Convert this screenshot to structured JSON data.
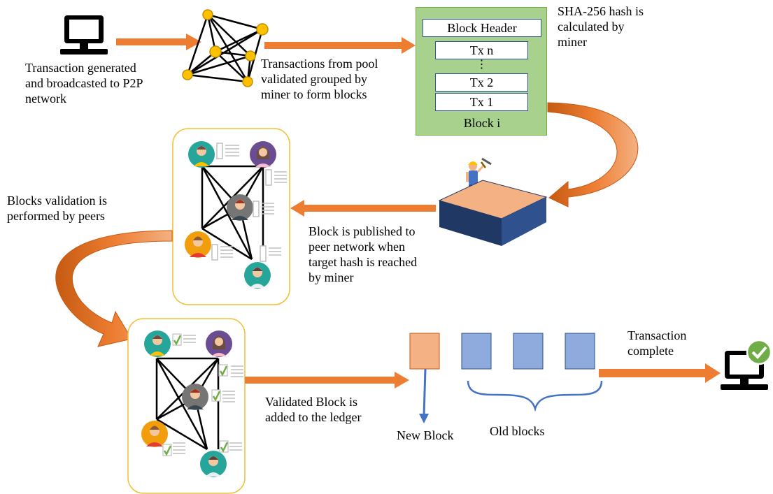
{
  "colors": {
    "arrow": "#ed7d31",
    "block_green": "#a9d18e",
    "new_block": "#f4b183",
    "old_block": "#8faadc",
    "node": "#ffc000",
    "panel_border": "#f2c037",
    "check": "#70ad47",
    "brace": "#4472c4"
  },
  "labels": {
    "tx_generated": [
      "Transaction generated",
      "and broadcasted to P2P",
      "network"
    ],
    "tx_pool": [
      "Transactions from pool",
      "validated grouped by",
      "miner to form blocks"
    ],
    "sha": [
      "SHA-256 hash is",
      "calculated by",
      "miner"
    ],
    "validation": [
      "Blocks validation is",
      "performed by peers"
    ],
    "published": [
      "Block is published to",
      "peer network when",
      "target hash is reached",
      "by miner"
    ],
    "added": [
      "Validated Block is",
      "added to the ledger"
    ],
    "new_block": "New Block",
    "old_blocks": "Old blocks",
    "complete": [
      "Transaction",
      "complete"
    ]
  },
  "block": {
    "header": "Block Header",
    "rows": [
      "Tx n",
      "⋮",
      "Tx 2",
      "Tx 1"
    ],
    "caption": "Block i"
  },
  "icons": [
    "computer-icon",
    "p2p-network-icon",
    "miner-icon",
    "mining-platform-icon",
    "peer-avatar-icon",
    "document-icon",
    "checkmark-icon",
    "computer-check-icon"
  ]
}
